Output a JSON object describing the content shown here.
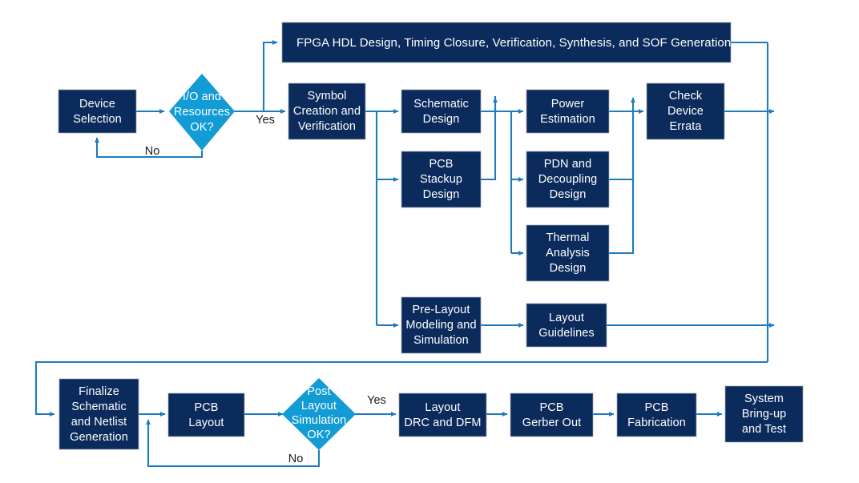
{
  "diagram": {
    "type": "flowchart",
    "title": "FPGA board design flow",
    "colors": {
      "process_fill": "#0B2B5C",
      "decision_fill": "#129BD4",
      "connector": "#1E7BC0",
      "node_text": "#FFFFFF",
      "edge_label_text": "#1A1A1A",
      "background": "#FFFFFF"
    },
    "nodes": [
      {
        "id": "device_selection",
        "shape": "process",
        "lines": [
          "Device",
          "Selection"
        ]
      },
      {
        "id": "io_resources_ok",
        "shape": "decision",
        "lines": [
          "I/O and",
          "Resources",
          "OK?"
        ]
      },
      {
        "id": "fpga_hdl",
        "shape": "process",
        "lines": [
          "FPGA HDL Design, Timing Closure, Verification, Synthesis, and SOF Generation"
        ]
      },
      {
        "id": "symbol_creation",
        "shape": "process",
        "lines": [
          "Symbol",
          "Creation and",
          "Verification"
        ]
      },
      {
        "id": "schematic_design",
        "shape": "process",
        "lines": [
          "Schematic",
          "Design"
        ]
      },
      {
        "id": "pcb_stackup",
        "shape": "process",
        "lines": [
          "PCB",
          "Stackup",
          "Design"
        ]
      },
      {
        "id": "power_estimation",
        "shape": "process",
        "lines": [
          "Power",
          "Estimation"
        ]
      },
      {
        "id": "pdn_decoupling",
        "shape": "process",
        "lines": [
          "PDN and",
          "Decoupling",
          "Design"
        ]
      },
      {
        "id": "thermal_analysis",
        "shape": "process",
        "lines": [
          "Thermal",
          "Analysis",
          "Design"
        ]
      },
      {
        "id": "check_errata",
        "shape": "process",
        "lines": [
          "Check",
          "Device",
          "Errata"
        ]
      },
      {
        "id": "pre_layout_sim",
        "shape": "process",
        "lines": [
          "Pre-Layout",
          "Modeling and",
          "Simulation"
        ]
      },
      {
        "id": "layout_guidelines",
        "shape": "process",
        "lines": [
          "Layout",
          "Guidelines"
        ]
      },
      {
        "id": "finalize_schematic",
        "shape": "process",
        "lines": [
          "Finalize",
          "Schematic",
          "and Netlist",
          "Generation"
        ]
      },
      {
        "id": "pcb_layout",
        "shape": "process",
        "lines": [
          "PCB",
          "Layout"
        ]
      },
      {
        "id": "post_layout_sim_ok",
        "shape": "decision",
        "lines": [
          "Post",
          "Layout",
          "Simulation",
          "OK?"
        ]
      },
      {
        "id": "layout_drc_dfm",
        "shape": "process",
        "lines": [
          "Layout",
          "DRC and DFM"
        ]
      },
      {
        "id": "pcb_gerber_out",
        "shape": "process",
        "lines": [
          "PCB",
          "Gerber Out"
        ]
      },
      {
        "id": "pcb_fabrication",
        "shape": "process",
        "lines": [
          "PCB",
          "Fabrication"
        ]
      },
      {
        "id": "system_bringup",
        "shape": "process",
        "lines": [
          "System",
          "Bring-up",
          "and Test"
        ]
      }
    ],
    "edge_labels": [
      {
        "id": "io_yes",
        "text": "Yes"
      },
      {
        "id": "io_no",
        "text": "No"
      },
      {
        "id": "post_yes",
        "text": "Yes"
      },
      {
        "id": "post_no",
        "text": "No"
      }
    ]
  }
}
